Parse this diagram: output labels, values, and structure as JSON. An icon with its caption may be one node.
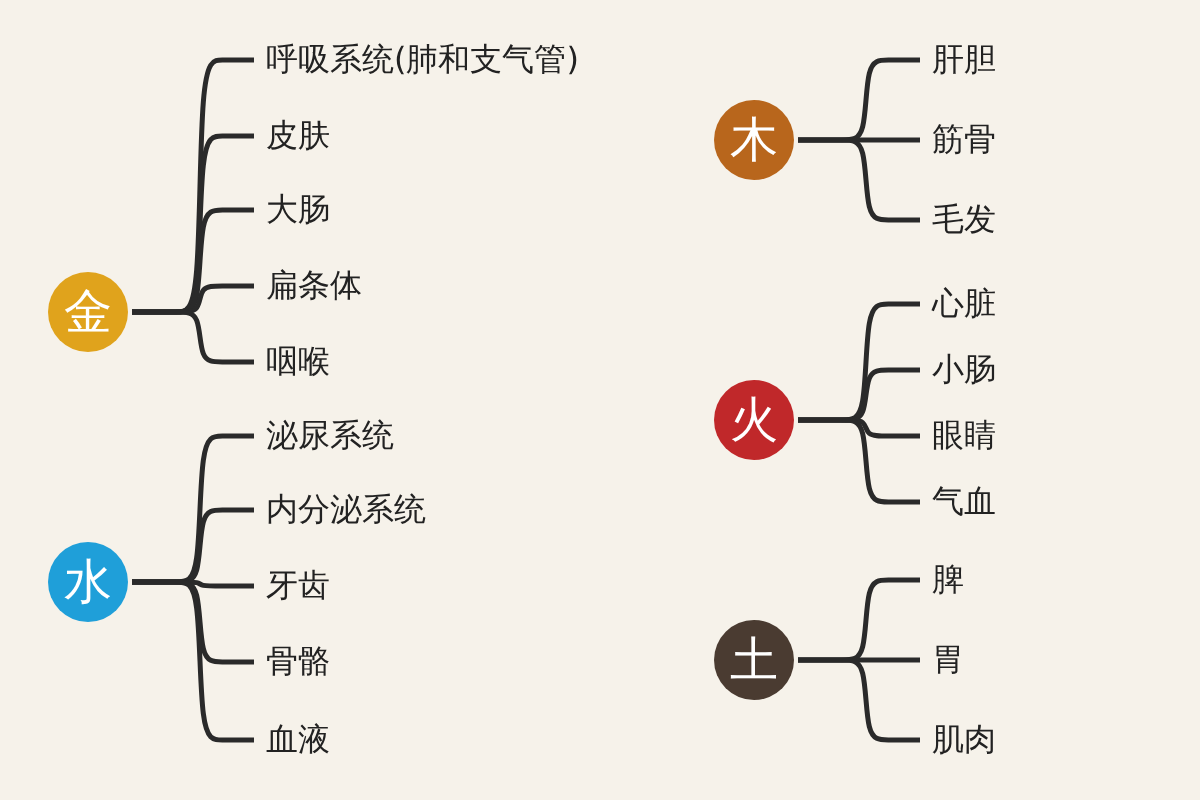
{
  "diagram": {
    "nodes": [
      {
        "text": [
          "金"
        ]
      },
      {
        "text": [
          "呼吸系统(肺和支气管)"
        ]
      },
      {
        "text": [
          "皮肤"
        ]
      },
      {
        "text": [
          "大肠"
        ]
      },
      {
        "text": [
          "扁条体"
        ]
      },
      {
        "text": [
          "咽喉"
        ]
      },
      {
        "text": [
          "水"
        ]
      },
      {
        "text": [
          "泌尿系统"
        ]
      },
      {
        "text": [
          "内分泌系统"
        ]
      },
      {
        "text": [
          "牙齿"
        ]
      },
      {
        "text": [
          "骨骼"
        ]
      },
      {
        "text": [
          "血液"
        ]
      },
      {
        "text": [
          "木"
        ]
      },
      {
        "text": [
          "肝胆"
        ]
      },
      {
        "text": [
          "筋骨"
        ]
      },
      {
        "text": [
          "毛发"
        ]
      },
      {
        "text": [
          "火"
        ]
      },
      {
        "text": [
          "心脏"
        ]
      },
      {
        "text": [
          "小肠"
        ]
      },
      {
        "text": [
          "眼睛"
        ]
      },
      {
        "text": [
          "气血"
        ]
      },
      {
        "text": [
          "土"
        ]
      },
      {
        "text": [
          "脾"
        ]
      },
      {
        "text": [
          "胃"
        ]
      },
      {
        "text": [
          "肌肉"
        ]
      }
    ],
    "edges": [
      {
        "from": 0,
        "to": 1,
        "arrow": "none"
      },
      {
        "from": 0,
        "to": 2,
        "arrow": "none"
      },
      {
        "from": 0,
        "to": 3,
        "arrow": "none"
      },
      {
        "from": 0,
        "to": 4,
        "arrow": "none"
      },
      {
        "from": 0,
        "to": 5,
        "arrow": "none"
      },
      {
        "from": 6,
        "to": 7,
        "arrow": "none"
      },
      {
        "from": 6,
        "to": 8,
        "arrow": "none"
      },
      {
        "from": 6,
        "to": 9,
        "arrow": "none"
      },
      {
        "from": 6,
        "to": 10,
        "arrow": "none"
      },
      {
        "from": 6,
        "to": 11,
        "arrow": "none"
      },
      {
        "from": 12,
        "to": 13,
        "arrow": "none"
      },
      {
        "from": 12,
        "to": 14,
        "arrow": "none"
      },
      {
        "from": 12,
        "to": 15,
        "arrow": "none"
      },
      {
        "from": 16,
        "to": 17,
        "arrow": "none"
      },
      {
        "from": 16,
        "to": 18,
        "arrow": "none"
      },
      {
        "from": 16,
        "to": 19,
        "arrow": "none"
      },
      {
        "from": 16,
        "to": 20,
        "arrow": "none"
      },
      {
        "from": 21,
        "to": 22,
        "arrow": "none"
      },
      {
        "from": 21,
        "to": 23,
        "arrow": "none"
      },
      {
        "from": 21,
        "to": 24,
        "arrow": "none"
      }
    ]
  }
}
